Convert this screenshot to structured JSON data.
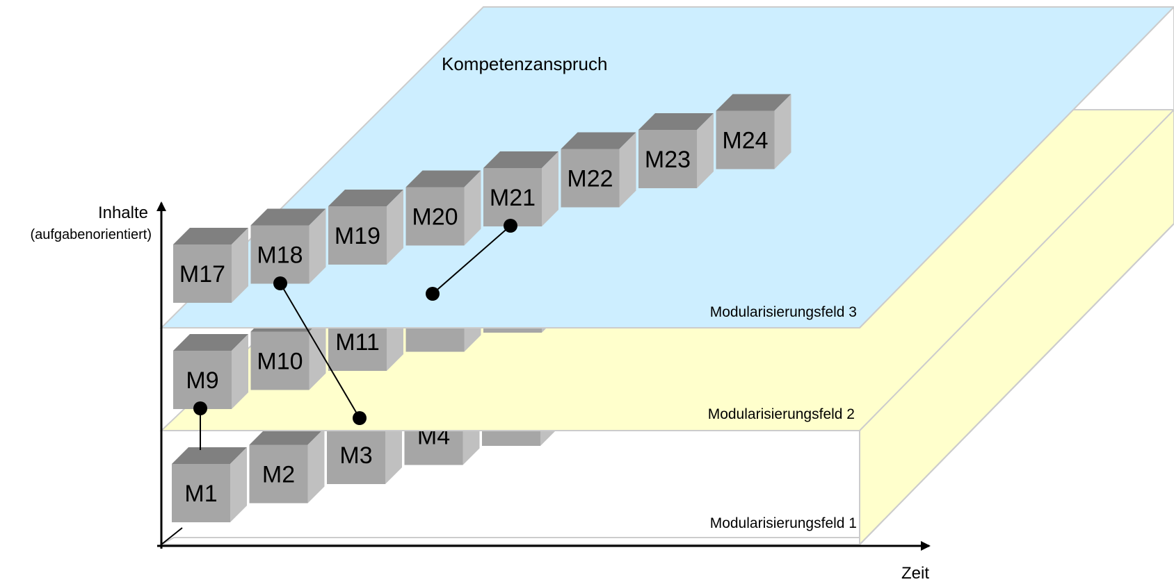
{
  "title": "Kompetenzanspruch",
  "axes": {
    "y_label": "Inhalte",
    "y_sublabel": "(aufgabenorientiert)",
    "x_label": "Zeit"
  },
  "fields": [
    {
      "label": "Modularisierungsfeld 1",
      "color": "#ffffff"
    },
    {
      "label": "Modularisierungsfeld 2",
      "color": "#ffffcc"
    },
    {
      "label": "Modularisierungsfeld 3",
      "color": "#cdeeff"
    }
  ],
  "cubes": {
    "layer1": [
      "M1",
      "M2",
      "M3",
      "M4",
      ""
    ],
    "layer2": [
      "M9",
      "M10",
      "M11",
      "",
      ""
    ],
    "layer3": [
      "M17",
      "M18",
      "M19",
      "M20",
      "M21",
      "M22",
      "M23",
      "M24"
    ]
  },
  "colors": {
    "cube_front": "#a6a6a6",
    "cube_top": "#808080",
    "cube_side": "#c0c0c0",
    "plane_edge": "#cccccc",
    "axis": "#000000"
  }
}
